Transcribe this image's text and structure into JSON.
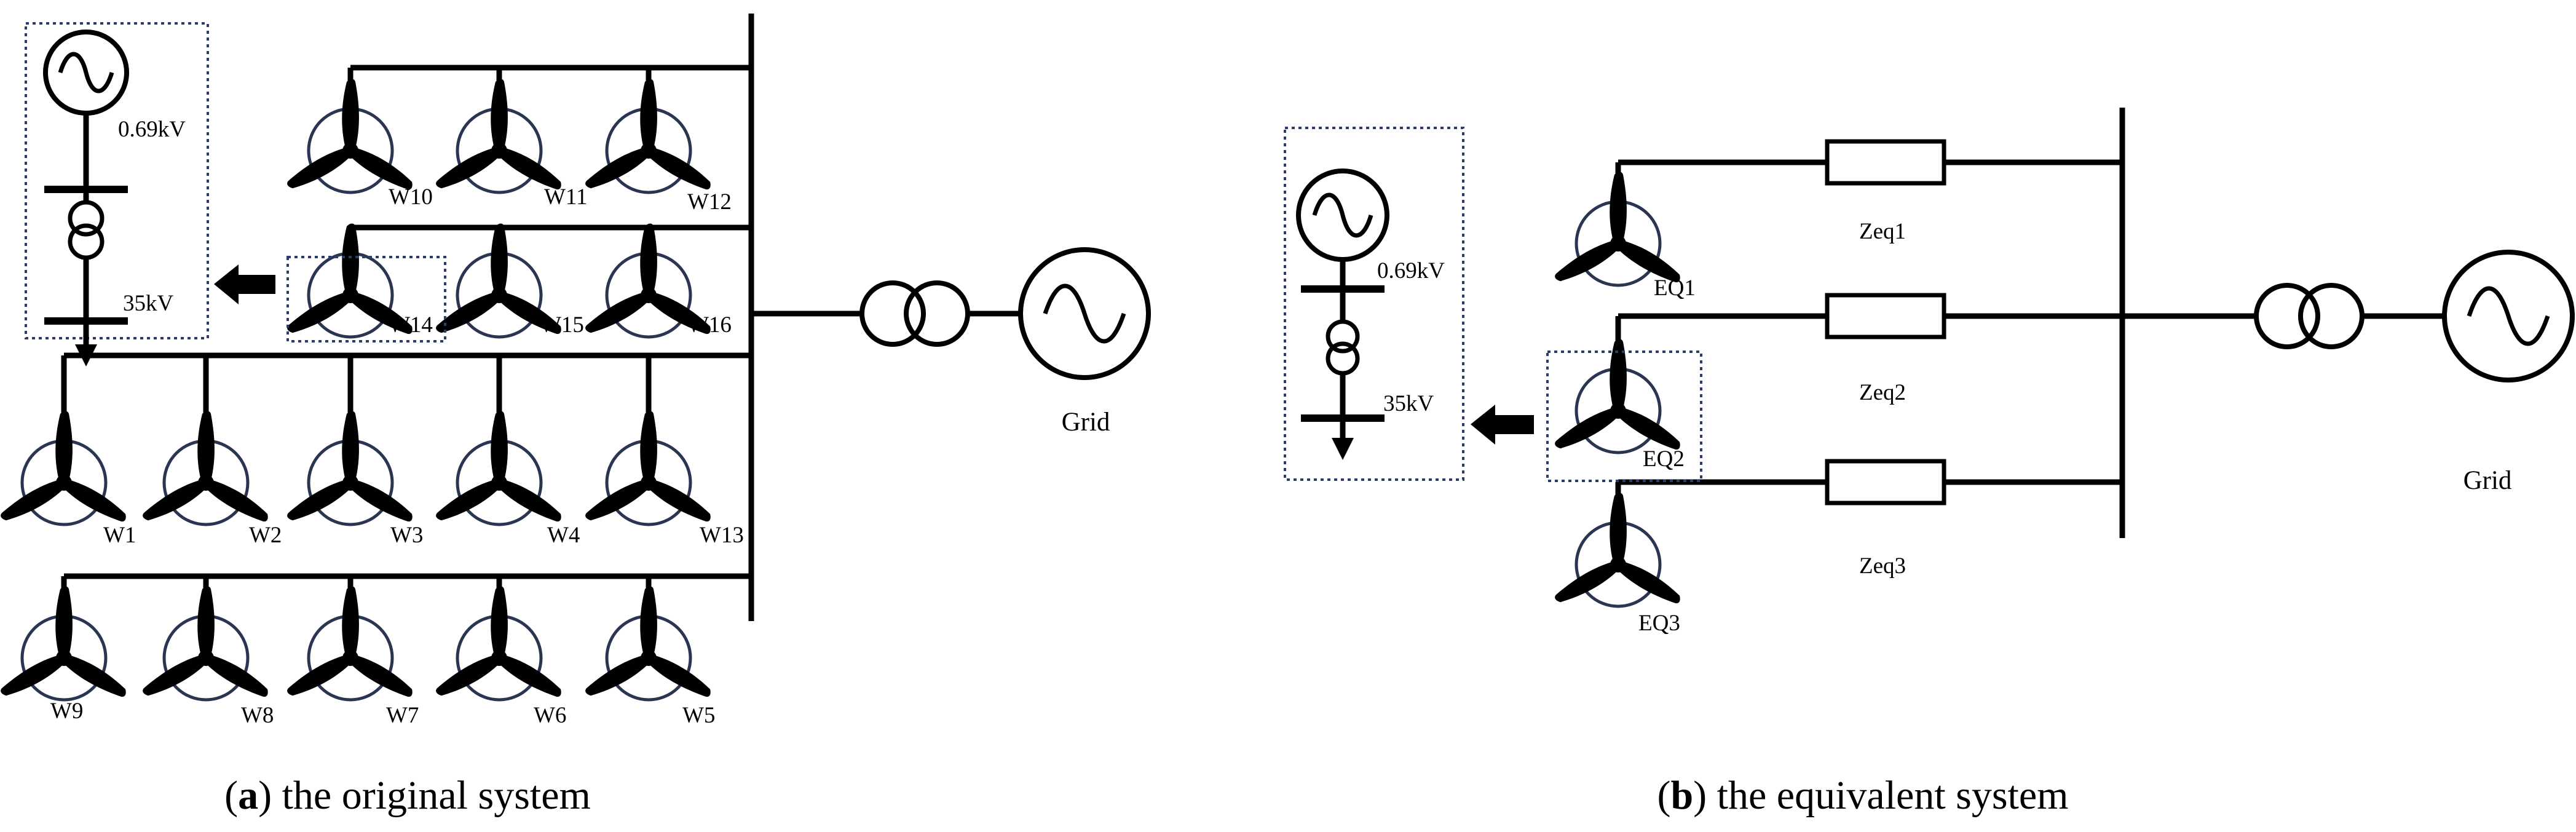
{
  "panel_a": {
    "caption_letter": "a",
    "caption_text": "the original system",
    "turbines": {
      "row1": [
        "W10",
        "W11",
        "W12"
      ],
      "row2": [
        "W14",
        "W15",
        "W16"
      ],
      "row3": [
        "W1",
        "W2",
        "W3",
        "W4",
        "W13"
      ],
      "row4": [
        "W9",
        "W8",
        "W7",
        "W6",
        "W5"
      ]
    },
    "inset": {
      "low_voltage": "0.69kV",
      "high_voltage": "35kV"
    },
    "grid_label": "Grid"
  },
  "panel_b": {
    "caption_letter": "b",
    "caption_text": "the equivalent system",
    "turbines": [
      "EQ1",
      "EQ2",
      "EQ3"
    ],
    "impedances": [
      "Zeq1",
      "Zeq2",
      "Zeq3"
    ],
    "inset": {
      "low_voltage": "0.69kV",
      "high_voltage": "35kV"
    },
    "grid_label": "Grid"
  },
  "colors": {
    "line": "#000000",
    "turbine_circle": "#2a3552",
    "dashed_box": "#2a3d6b"
  }
}
